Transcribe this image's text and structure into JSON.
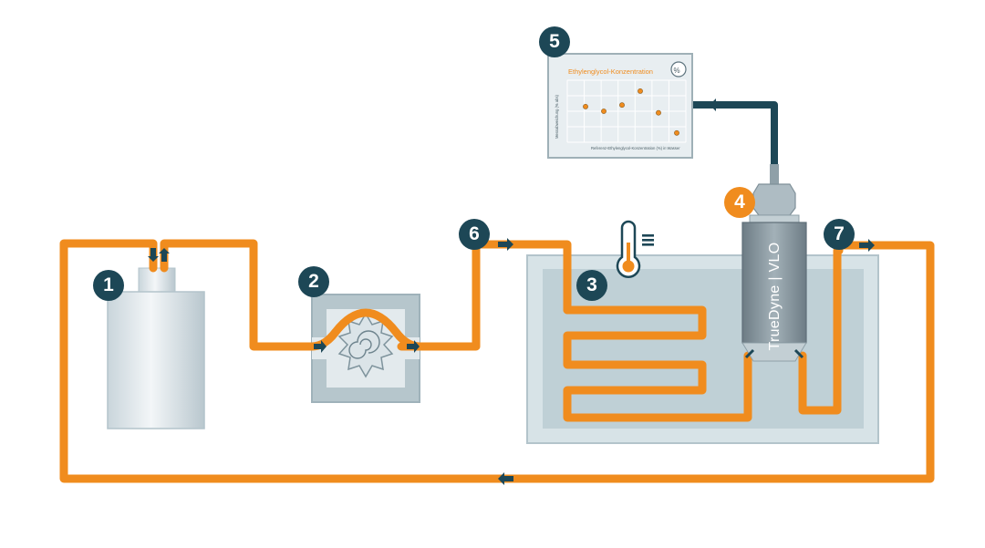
{
  "badges": {
    "b1": "1",
    "b2": "2",
    "b3": "3",
    "b4": "4",
    "b5": "5",
    "b6": "6",
    "b7": "7"
  },
  "monitor": {
    "title": "Ethylenglycol-Konzentration",
    "y_axis_label": "Messabweichung (% abs)",
    "x_axis_label": "Referenz-Ethylenglycol-Konzentration (%) in Wasser",
    "gauge_icon": "percent-gauge-icon"
  },
  "device": {
    "label": "TrueDyne | VLO"
  },
  "colors": {
    "pipe": "#f08c1e",
    "badge_dark": "#1d4756",
    "badge_orange": "#f08c1e",
    "cable": "#1d4756",
    "bath_fill": "#cfdde1",
    "device_body": "#8a9aa3"
  },
  "chart_data": {
    "type": "scatter",
    "title": "Ethylenglycol-Konzentration",
    "xlabel": "Referenz-Ethylenglycol-Konzentration (%) in Wasser",
    "ylabel": "Messabweichung (% abs)",
    "series": [
      {
        "x": [
          10,
          20,
          30,
          40,
          50,
          60
        ],
        "y": [
          0.3,
          0.0,
          0.4,
          1.3,
          -0.1,
          -1.4
        ]
      }
    ]
  }
}
